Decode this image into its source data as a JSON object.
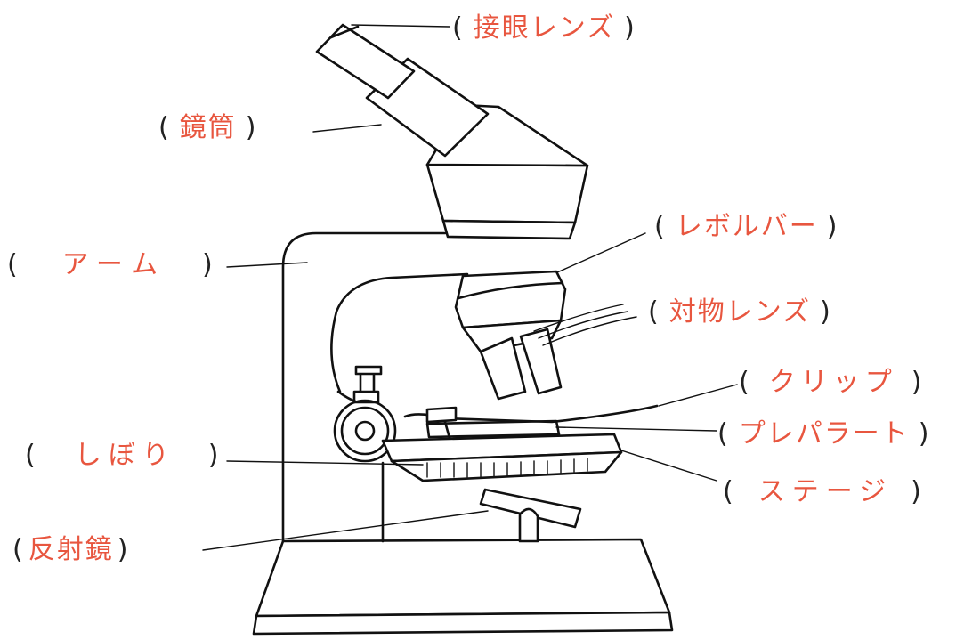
{
  "labels": {
    "eyepiece": "接眼レンズ",
    "tube": "鏡筒",
    "revolver": "レボルバー",
    "arm": "アーム",
    "objective": "対物レンズ",
    "clip": "クリップ",
    "slide": "プレパラート",
    "diaphragm": "しぼり",
    "stage": "ステージ",
    "mirror": "反射鏡"
  },
  "paren_open": "(",
  "paren_close": ")",
  "colors": {
    "label": "#e8563f",
    "ink": "#111111",
    "background": "#ffffff"
  }
}
